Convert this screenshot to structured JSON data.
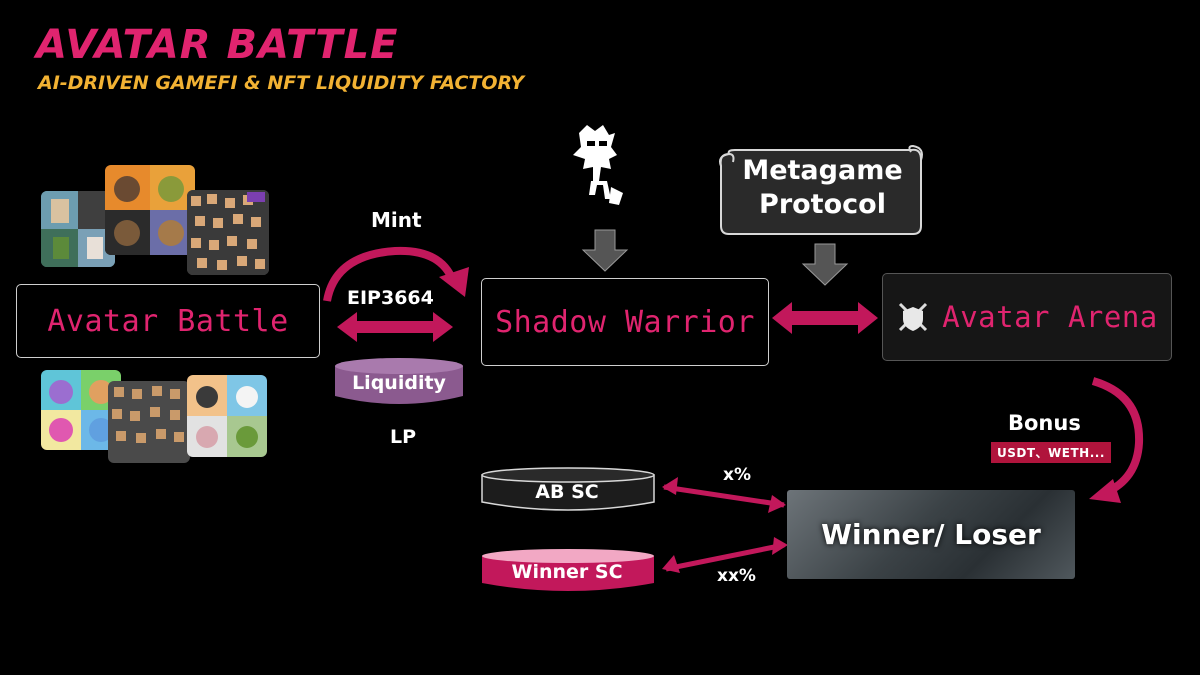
{
  "header": {
    "title": "AVATAR BATTLE",
    "subtitle": "AI-DRIVEN GAMEFI & NFT LIQUIDITY FACTORY"
  },
  "nodes": {
    "avatar_battle": "Avatar Battle",
    "shadow_warrior": "Shadow Warrior",
    "avatar_arena": "Avatar Arena",
    "metagame_protocol": "Metagame\nProtocol",
    "winner_loser": "Winner/ Loser"
  },
  "edges": {
    "mint": "Mint",
    "eip": "EIP3664",
    "lp": "LP",
    "bonus": "Bonus",
    "bonus_tokens": "USDT、WETH...",
    "x_pct": "x%",
    "xx_pct": "xx%"
  },
  "cylinders": {
    "liquidity": "Liquidity",
    "ab_sc": "AB SC",
    "winner_sc": "Winner SC"
  },
  "colors": {
    "accent_pink": "#e0246f",
    "arrow_pink": "#c2185b",
    "subtitle_gold": "#f2b233",
    "liquidity_purple": "#8b5a8f",
    "bonus_red": "#b0143c"
  }
}
